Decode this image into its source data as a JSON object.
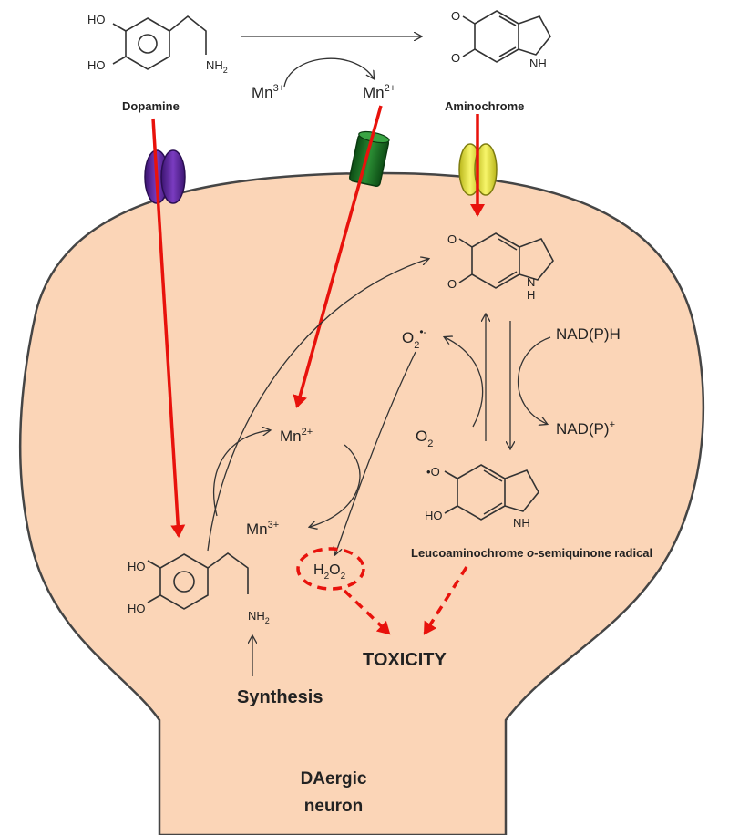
{
  "labels": {
    "dopamine": "Dopamine",
    "aminochrome": "Aminochrome",
    "mn3_top": "Mn",
    "mn2_top": "Mn",
    "mn2_cell": "Mn",
    "mn3_cell": "Mn",
    "charge3": "3+",
    "charge2": "2+",
    "o2_radical": "O",
    "o2": "O",
    "nadph": "NAD(P)H",
    "nadp": "NAD(P)",
    "nadp_charge": "+",
    "h2o2": "H",
    "h2o2_mid": "O",
    "leuco": "Leucoaminochrome",
    "leuco_o": "o",
    "leuco_rest": "-semiquinone radical",
    "toxicity": "TOXICITY",
    "synthesis": "Synthesis",
    "neuron_line1": "DAergic",
    "neuron_line2": "neuron"
  },
  "chem_labels": {
    "ho": "HO",
    "o": "O",
    "nh2": "NH",
    "sub2": "2",
    "nh": "NH",
    "h": "H",
    "radical_dot": "•",
    "sup_rad": "•-"
  },
  "colors": {
    "cell_fill": "#fbd5b7",
    "cell_stroke": "#454545",
    "arrow_red": "#e8120c",
    "transporter_purple": "#6a2fa6",
    "transporter_green": "#1f7a2a",
    "transporter_yellow": "#e8e64a"
  }
}
